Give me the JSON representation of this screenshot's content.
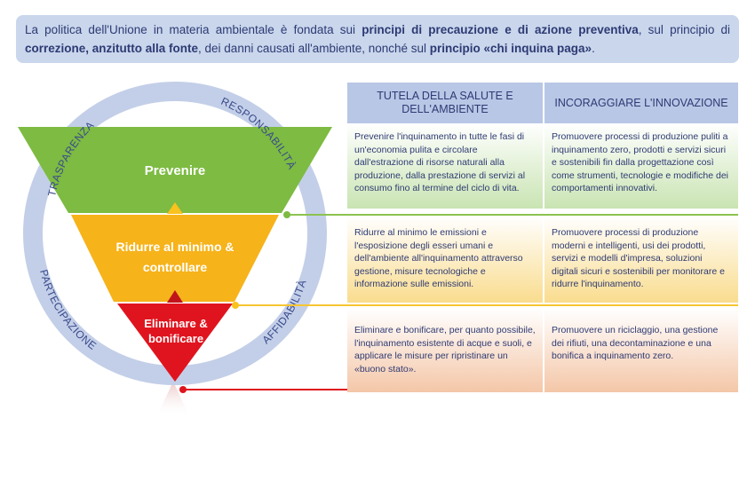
{
  "banner": {
    "t1": "La politica dell'Unione in materia ambientale è fondata sui ",
    "b1": "principi di precauzione e di azione preventiva",
    "t2": ", sul principio di ",
    "b2": "correzione, anzitutto alla fonte",
    "t3": ", dei danni causati all'ambiente, nonché sul ",
    "b3": "principio «chi inquina paga»",
    "t4": "."
  },
  "ring": {
    "top_left": "TRASPARENZA",
    "top_right": "RESPONSABILITÀ",
    "bottom_left": "PARTECIPAZIONE",
    "bottom_right": "AFFIDABILITÀ"
  },
  "pyramid": {
    "level1": "Prevenire",
    "level2_line1": "Ridurre al minimo &",
    "level2_line2": "controllare",
    "level3_line1": "Eliminare &",
    "level3_line2": "bonificare"
  },
  "table": {
    "headers": [
      "TUTELA DELLA SALUTE E DELL'AMBIENTE",
      "INCORAGGIARE L'INNOVAZIONE"
    ],
    "rows": [
      [
        "Prevenire l'inquinamento in tutte le fasi di un'economia pulita e circolare dall'estrazione di risorse naturali alla produzione, dalla prestazione di servizi al consumo fino al termine del ciclo di vita.",
        "Promuovere processi di produzione puliti a inquinamento zero, prodotti e servizi sicuri e sostenibili fin dalla progettazione così come strumenti, tecnologie e modifiche dei comportamenti innovativi."
      ],
      [
        "Ridurre al minimo le emissioni e l'esposizione degli esseri umani e dell'ambiente all'inquinamento attraverso gestione, misure tecnologiche e informazione sulle emissioni.",
        "Promuovere processi di produzione moderni e intelligenti, usi dei prodotti, servizi e modelli d'impresa, soluzioni digitali sicuri e sostenibili per monitorare e ridurre l'inquinamento."
      ],
      [
        "Eliminare e bonificare, per quanto possibile, l'inquinamento esistente di acque e suoli, e applicare le misure per ripristinare un «buono stato».",
        "Promuovere un riciclaggio, una gestione dei rifiuti, una decontaminazione e una bonifica a inquinamento zero."
      ]
    ]
  },
  "colors": {
    "green": "#7dbb42",
    "yellow": "#f9c21e",
    "orange": "#f59e0b",
    "red": "#e0141e",
    "ring": "#c3cfe8",
    "text": "#2e3a73"
  }
}
